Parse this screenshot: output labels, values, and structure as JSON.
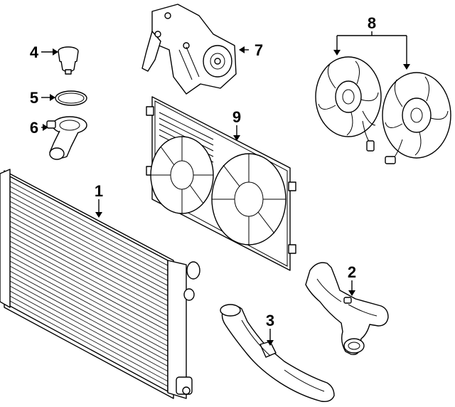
{
  "diagram": {
    "callouts": [
      {
        "id": "1",
        "label": "1"
      },
      {
        "id": "2",
        "label": "2"
      },
      {
        "id": "3",
        "label": "3"
      },
      {
        "id": "4",
        "label": "4"
      },
      {
        "id": "5",
        "label": "5"
      },
      {
        "id": "6",
        "label": "6"
      },
      {
        "id": "7",
        "label": "7"
      },
      {
        "id": "8",
        "label": "8"
      },
      {
        "id": "9",
        "label": "9"
      }
    ],
    "parts": [
      {
        "callout": "1",
        "icon": "radiator-icon"
      },
      {
        "callout": "2",
        "icon": "lower-hose-icon"
      },
      {
        "callout": "3",
        "icon": "upper-hose-icon"
      },
      {
        "callout": "4",
        "icon": "thermostat-icon"
      },
      {
        "callout": "5",
        "icon": "o-ring-icon"
      },
      {
        "callout": "6",
        "icon": "thermostat-housing-icon"
      },
      {
        "callout": "7",
        "icon": "water-pump-icon"
      },
      {
        "callout": "8",
        "icon": "fan-motor-icon"
      },
      {
        "callout": "9",
        "icon": "fan-shroud-icon"
      }
    ]
  }
}
